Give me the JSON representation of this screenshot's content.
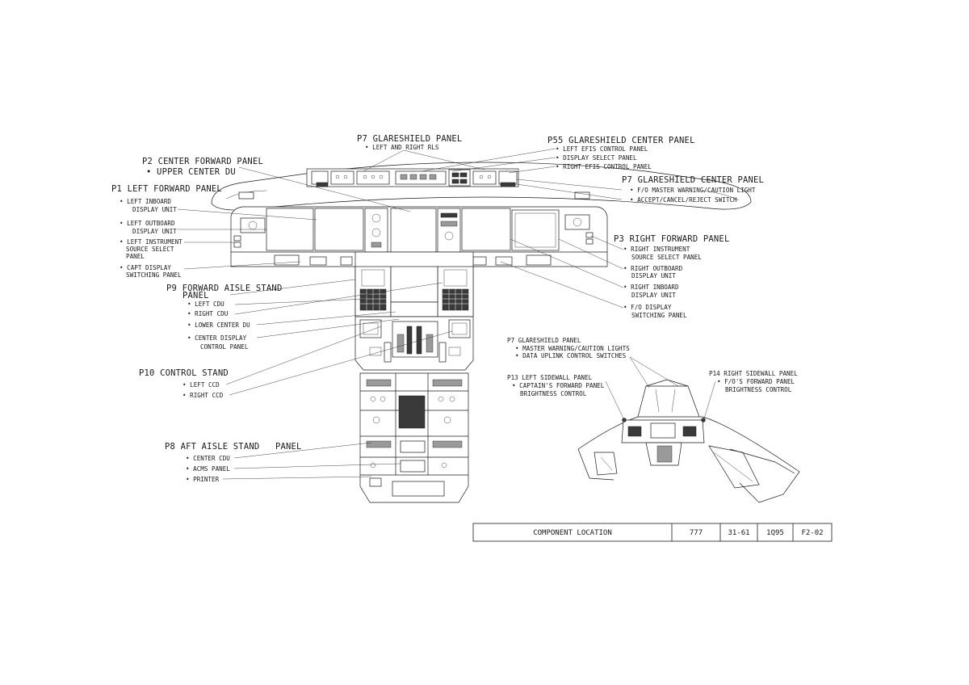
{
  "labels": {
    "p7_glareshield": {
      "title": "P7 GLARESHIELD PANEL",
      "items": [
        "• LEFT AND RIGHT RLS"
      ]
    },
    "p55_glareshield_center": {
      "title": "P55 GLARESHIELD CENTER PANEL",
      "items": [
        "• LEFT EFIS CONTROL PANEL",
        "• DISPLAY SELECT PANEL",
        "• RIGHT EFIS CONTROL PANEL"
      ]
    },
    "p2_center_forward": {
      "title": "P2 CENTER FORWARD PANEL",
      "items": [
        "• UPPER CENTER DU"
      ]
    },
    "p7_glareshield_center": {
      "title": "P7 GLARESHIELD CENTER PANEL",
      "items": [
        "• F/O MASTER WARNING/CAUTION LIGHT",
        "• ACCEPT/CANCEL/REJECT SWITCH"
      ]
    },
    "p1_left_forward": {
      "title": "P1 LEFT FORWARD PANEL",
      "items": [
        "• LEFT INBOARD",
        "DISPLAY UNIT",
        "• LEFT OUTBOARD",
        "DISPLAY UNIT",
        "• LEFT INSTRUMENT",
        "SOURCE SELECT",
        "PANEL",
        "• CAPT DISPLAY",
        "SWITCHING PANEL"
      ]
    },
    "p3_right_forward": {
      "title": "P3 RIGHT FORWARD PANEL",
      "items": [
        "• RIGHT INSTRUMENT",
        "SOURCE SELECT PANEL",
        "• RIGHT OUTBOARD",
        "DISPLAY UNIT",
        "• RIGHT INBOARD",
        "DISPLAY UNIT",
        "• F/O DISPLAY",
        "SWITCHING PANEL"
      ]
    },
    "p9_forward_aisle": {
      "title": [
        "P9 FORWARD AISLE STAND",
        "PANEL"
      ],
      "items": [
        "• LEFT CDU",
        "• RIGHT CDU",
        "• LOWER CENTER DU",
        "• CENTER DISPLAY",
        "CONTROL PANEL"
      ]
    },
    "p10_control_stand": {
      "title": "P10 CONTROL STAND",
      "items": [
        "• LEFT CCD",
        "• RIGHT CCD"
      ]
    },
    "p8_aft_aisle": {
      "title": "P8 AFT AISLE STAND   PANEL",
      "items": [
        "• CENTER CDU",
        "• ACMS PANEL",
        "• PRINTER"
      ]
    },
    "inset_p7": {
      "title": "P7 GLARESHIELD PANEL",
      "items": [
        "• MASTER WARNING/CAUTION LIGHTS",
        "• DATA UPLINK CONTROL SWITCHES"
      ]
    },
    "inset_p13": {
      "title": "P13 LEFT SIDEWALL PANEL",
      "items": [
        "• CAPTAIN'S FORWARD PANEL",
        "BRIGHTNESS CONTROL"
      ]
    },
    "inset_p14": {
      "title": "P14 RIGHT SIDEWALL PANEL",
      "items": [
        "• F/O'S FORWARD PANEL",
        "BRIGHTNESS CONTROL"
      ]
    }
  },
  "title_block": {
    "name": "COMPONENT LOCATION",
    "model": "777",
    "chapter": "31-61",
    "date": "1Q95",
    "figure": "F2-02"
  }
}
